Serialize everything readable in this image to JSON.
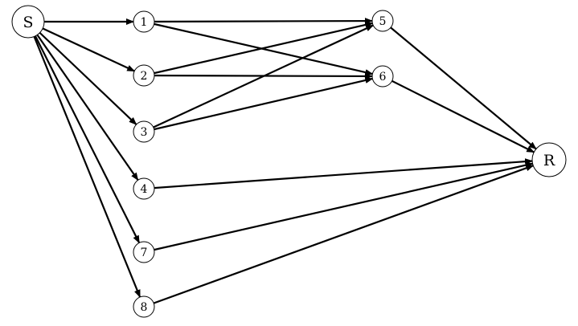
{
  "colors": {
    "line": "#000000",
    "node_fill": "#ffffff"
  },
  "diagram": {
    "nodes": [
      {
        "id": "S",
        "label": "S"
      },
      {
        "id": "1",
        "label": "1"
      },
      {
        "id": "2",
        "label": "2"
      },
      {
        "id": "3",
        "label": "3"
      },
      {
        "id": "4",
        "label": "4"
      },
      {
        "id": "7",
        "label": "7"
      },
      {
        "id": "8",
        "label": "8"
      },
      {
        "id": "5",
        "label": "5"
      },
      {
        "id": "6",
        "label": "6"
      },
      {
        "id": "R",
        "label": "R"
      }
    ],
    "edges": [
      {
        "from": "S",
        "to": "1"
      },
      {
        "from": "S",
        "to": "2"
      },
      {
        "from": "S",
        "to": "3"
      },
      {
        "from": "S",
        "to": "4"
      },
      {
        "from": "S",
        "to": "7"
      },
      {
        "from": "S",
        "to": "8"
      },
      {
        "from": "1",
        "to": "5"
      },
      {
        "from": "1",
        "to": "6"
      },
      {
        "from": "2",
        "to": "5"
      },
      {
        "from": "2",
        "to": "6"
      },
      {
        "from": "3",
        "to": "5"
      },
      {
        "from": "3",
        "to": "6"
      },
      {
        "from": "5",
        "to": "R"
      },
      {
        "from": "6",
        "to": "R"
      },
      {
        "from": "4",
        "to": "R"
      },
      {
        "from": "7",
        "to": "R"
      },
      {
        "from": "8",
        "to": "R"
      }
    ]
  }
}
